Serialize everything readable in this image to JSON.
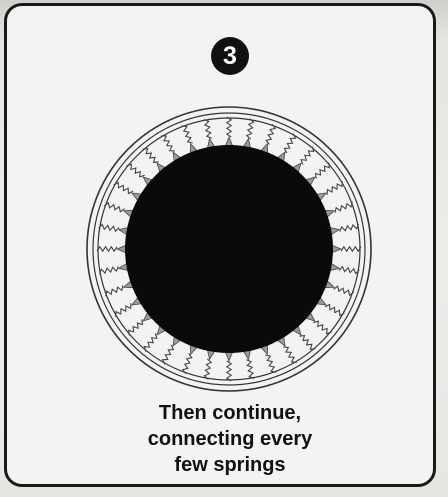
{
  "step": {
    "number": "3"
  },
  "illustration": {
    "icon": "trampoline-springs-icon",
    "mat_color": "#0a0a0a",
    "frame_color": "#333333",
    "spring_color": "#444444",
    "spring_count": 36
  },
  "caption": {
    "line1": "Then continue,",
    "line2": "connecting every",
    "line3": "few springs"
  }
}
